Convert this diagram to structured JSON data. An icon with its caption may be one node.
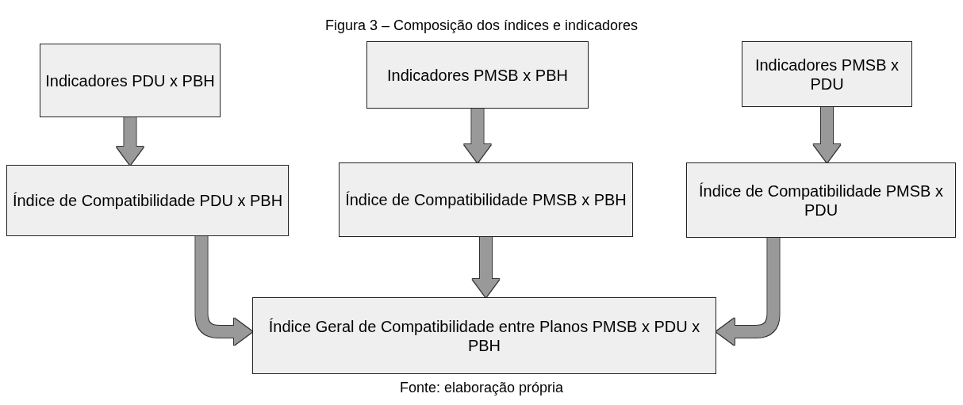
{
  "diagram": {
    "title": "Figura 3 – Composição dos índices e indicadores",
    "caption": "Fonte: elaboração própria",
    "nodes": [
      {
        "text": [
          "Indicadores PDU x PBH"
        ]
      },
      {
        "text": [
          "Indicadores PMSB x PBH"
        ]
      },
      {
        "text": [
          "Indicadores PMSB x PDU"
        ]
      },
      {
        "text": [
          "Índice de Compatibilidade PDU x PBH"
        ]
      },
      {
        "text": [
          "Índice de Compatibilidade PMSB x PBH"
        ]
      },
      {
        "text": [
          "Índice de Compatibilidade PMSB x PDU"
        ]
      },
      {
        "text": [
          "Índice Geral de Compatibilidade entre Planos PMSB x PDU x PBH"
        ]
      }
    ],
    "edges": [
      {
        "from": 0,
        "to": 3,
        "arrow": "to"
      },
      {
        "from": 1,
        "to": 4,
        "arrow": "to"
      },
      {
        "from": 2,
        "to": 5,
        "arrow": "to"
      },
      {
        "from": 3,
        "to": 6,
        "arrow": "to"
      },
      {
        "from": 4,
        "to": 6,
        "arrow": "to"
      },
      {
        "from": 5,
        "to": 6,
        "arrow": "to"
      }
    ]
  }
}
